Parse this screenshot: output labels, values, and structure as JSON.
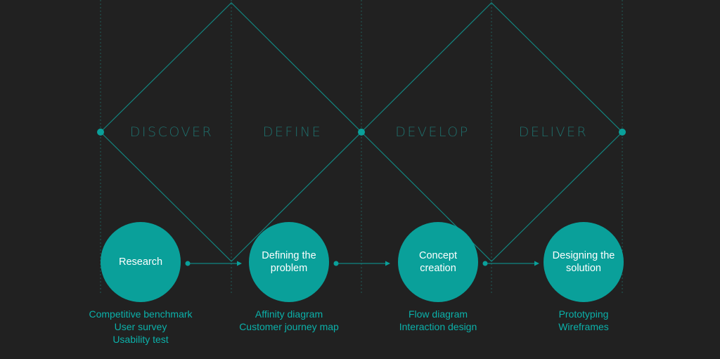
{
  "phases": [
    "DISCOVER",
    "DEFINE",
    "DEVELOP",
    "DELIVER"
  ],
  "steps": [
    {
      "label": "Research",
      "methods": [
        "Competitive benchmark",
        "User survey",
        "Usability test"
      ]
    },
    {
      "label": "Defining the problem",
      "methods": [
        "Affinity diagram",
        "Customer journey map"
      ]
    },
    {
      "label": "Concept creation",
      "methods": [
        "Flow diagram",
        "Interaction design"
      ]
    },
    {
      "label": "Designing the solution",
      "methods": [
        "Prototyping",
        "Wireframes"
      ]
    }
  ],
  "colors": {
    "background": "#212121",
    "accent": "#0aa09a",
    "line": "#13847f",
    "phase_text": "#1f6e6b",
    "method_text": "#0bb1aa"
  }
}
